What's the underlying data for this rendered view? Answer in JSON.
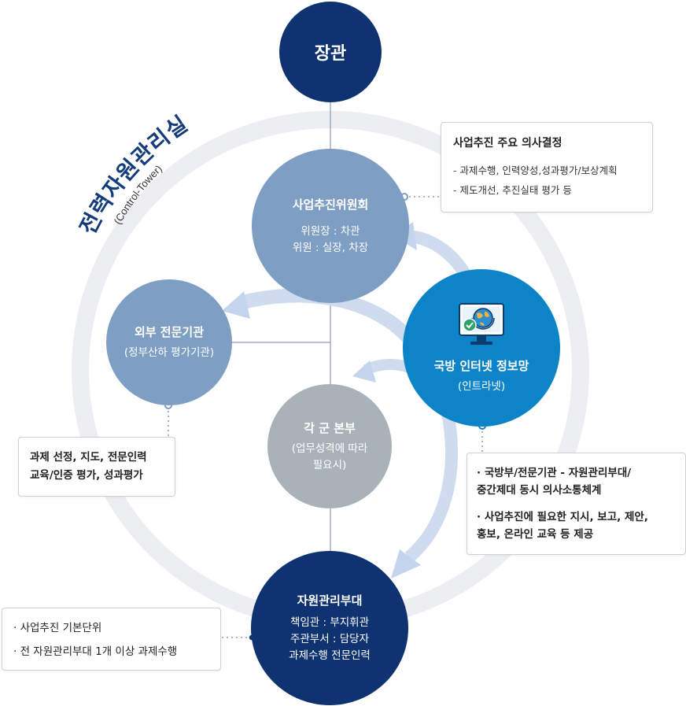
{
  "ring_title": {
    "main": "전력자원관리실",
    "sub": "(Control-Tower)"
  },
  "nodes": {
    "minister": {
      "title": "장관"
    },
    "committee": {
      "title": "사업추진위원회",
      "lines": [
        "위원장 : 차관",
        "위원 : 실장, 차장"
      ]
    },
    "external": {
      "title": "외부 전문기관",
      "sub": "(정부산하 평가기관)"
    },
    "intranet": {
      "title": "국방 인터넷 정보망",
      "sub": "(인트라넷)"
    },
    "hq": {
      "title": "각 군 본부",
      "lines": [
        "(업무성격에 따라",
        "필요시)"
      ]
    },
    "units": {
      "title": "자원관리부대",
      "lines": [
        "책임관 : 부지휘관",
        "주관부서 : 담당자",
        "과제수행 전문인력"
      ]
    }
  },
  "boxes": {
    "decision": {
      "heading": "사업추진 주요 의사결정",
      "items": [
        "과제수행, 인력양성,성과평가/보상계획",
        "제도개선, 추진실태 평가 등"
      ]
    },
    "external_tasks": {
      "lines": [
        "과제 선정, 지도, 전문인력",
        "교육/인증 평가, 성과평가"
      ]
    },
    "intranet_roles": {
      "items": [
        [
          "국방부/전문기관 - 자원관리부대/",
          "중간제대 동시 의사소통체계"
        ],
        [
          "사업추진에 필요한 지시, 보고, 제안,",
          "홍보, 온라인 교육 등 제공"
        ]
      ]
    },
    "unit_roles": {
      "items": [
        "사업추진 기본단위",
        "전 자원관리부대 1개 이상 과제수행"
      ]
    }
  },
  "colors": {
    "navy": "#0f3370",
    "slate_blue": "#7e9ec4",
    "intranet_blue": "#0e84c8",
    "gray": "#a9b2b8",
    "ring": "#eceef1",
    "arrow": "#c9d7ec"
  },
  "icons": {
    "intranet": "globe-monitor-icon"
  }
}
